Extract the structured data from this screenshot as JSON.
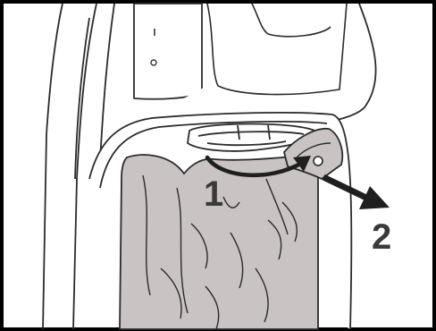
{
  "figure": {
    "steps": [
      {
        "label": "1",
        "action": "rotate"
      },
      {
        "label": "2",
        "action": "pull"
      }
    ],
    "colors": {
      "frame": "#000000",
      "outline": "#2b2b2b",
      "fill": "#ffffff",
      "bag": "#c9c3c3",
      "arrow": "#1f1f1f",
      "label": "#3a3a3a"
    }
  }
}
